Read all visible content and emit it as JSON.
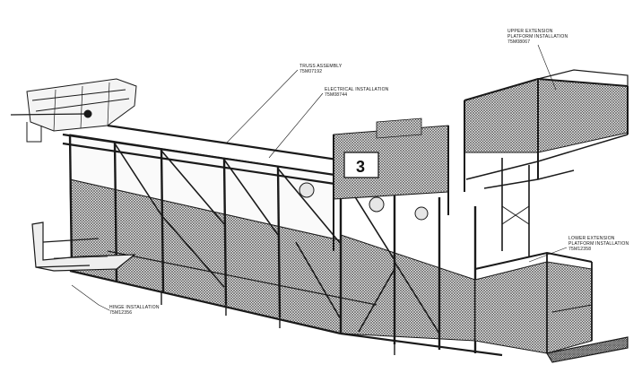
{
  "callouts": {
    "truss": {
      "name": "TRUSS ASSEMBLY",
      "part": "75M07192"
    },
    "electrical": {
      "name": "ELECTRICAL INSTALLATION",
      "part": "75M08744"
    },
    "upper_platform": {
      "line1": "UPPER EXTENSION",
      "line2": "PLATFORM INSTALLATION",
      "part": "75M08067"
    },
    "lower_platform": {
      "line1": "LOWER EXTENSION",
      "line2": "PLATFORM INSTALLATION",
      "part": "75M12358"
    },
    "hinge": {
      "name": "HINGE INSTALLATION",
      "part": "75M12356"
    }
  },
  "door_number": "3",
  "colors": {
    "ink": "#1a1a1a",
    "mesh": "#5a5a5a",
    "paper": "#ffffff"
  }
}
